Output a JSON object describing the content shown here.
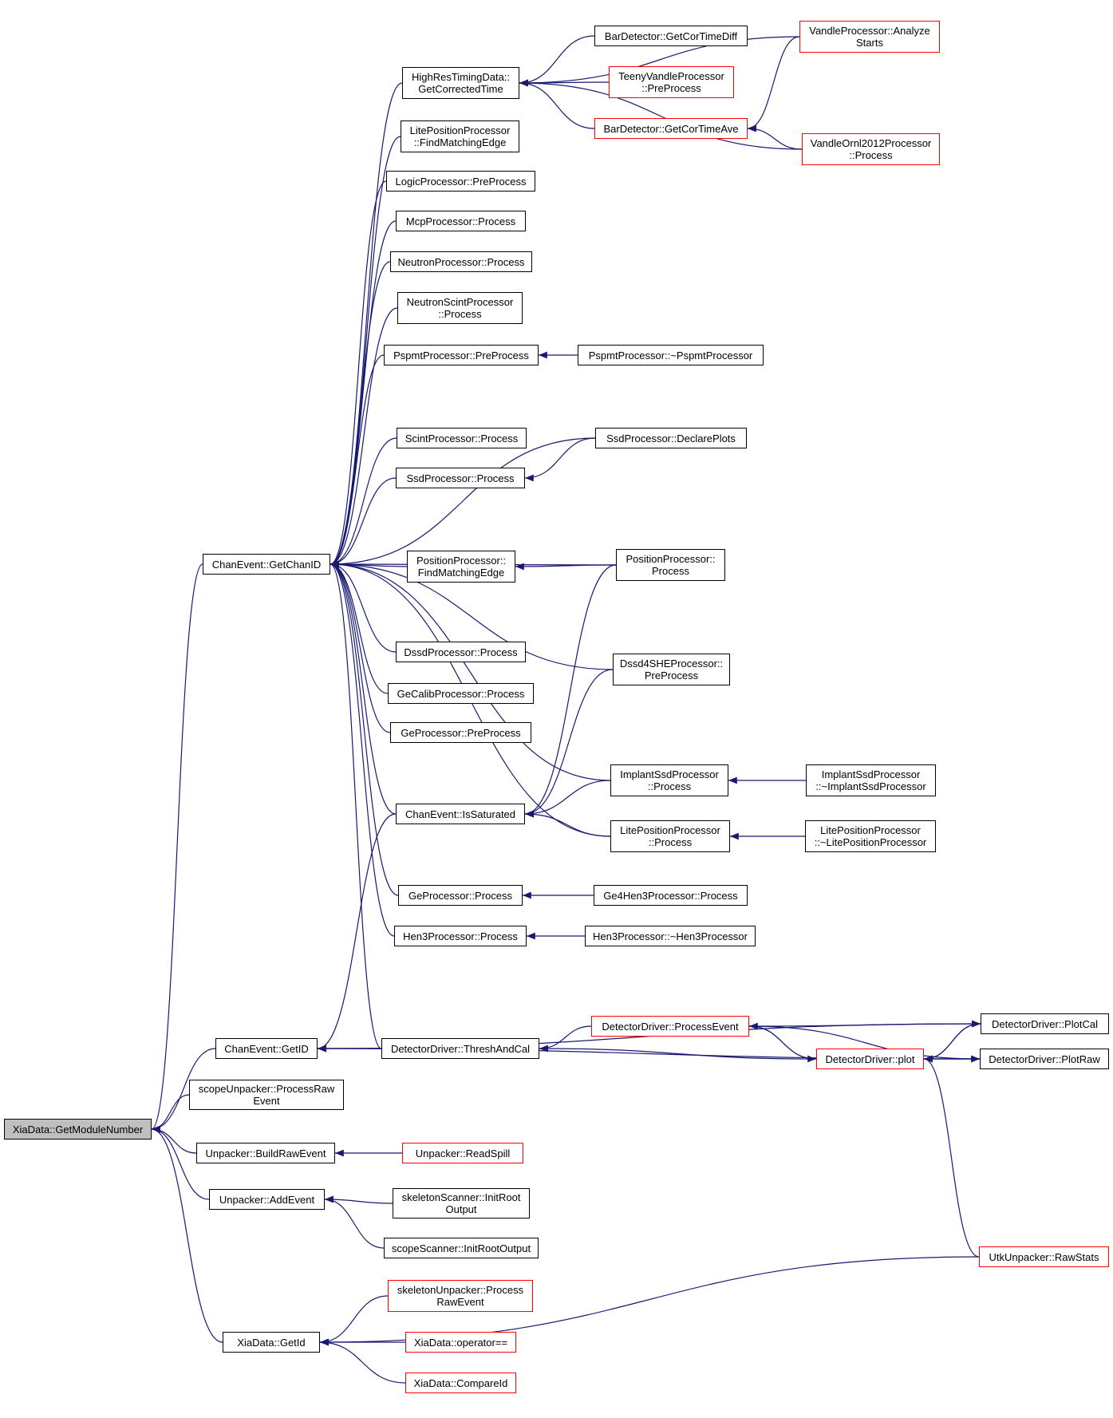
{
  "colors": {
    "edge": "#191970",
    "node_border": "#000000",
    "truncated_border": "#ff0000",
    "root_fill": "#bfbfbf",
    "background": "#ffffff"
  },
  "nodes": [
    {
      "id": "xd_gmn",
      "lines": [
        "XiaData::GetModuleNumber"
      ],
      "style": "root"
    },
    {
      "id": "ce_gcid",
      "lines": [
        "ChanEvent::GetChanID"
      ],
      "style": "normal"
    },
    {
      "id": "ce_gid",
      "lines": [
        "ChanEvent::GetID"
      ],
      "style": "normal"
    },
    {
      "id": "su_pre",
      "lines": [
        "scopeUnpacker::ProcessRaw",
        "Event"
      ],
      "style": "normal"
    },
    {
      "id": "up_bre",
      "lines": [
        "Unpacker::BuildRawEvent"
      ],
      "style": "normal"
    },
    {
      "id": "up_ae",
      "lines": [
        "Unpacker::AddEvent"
      ],
      "style": "normal"
    },
    {
      "id": "xd_gid",
      "lines": [
        "XiaData::GetId"
      ],
      "style": "normal"
    },
    {
      "id": "hrtd",
      "lines": [
        "HighResTimingData::",
        "GetCorrectedTime"
      ],
      "style": "normal"
    },
    {
      "id": "lpp_fme",
      "lines": [
        "LitePositionProcessor",
        "::FindMatchingEdge"
      ],
      "style": "normal"
    },
    {
      "id": "logic_pp",
      "lines": [
        "LogicProcessor::PreProcess"
      ],
      "style": "normal"
    },
    {
      "id": "mcp_p",
      "lines": [
        "McpProcessor::Process"
      ],
      "style": "normal"
    },
    {
      "id": "neut_p",
      "lines": [
        "NeutronProcessor::Process"
      ],
      "style": "normal"
    },
    {
      "id": "nsp_p",
      "lines": [
        "NeutronScintProcessor",
        "::Process"
      ],
      "style": "normal"
    },
    {
      "id": "pspmt_pp",
      "lines": [
        "PspmtProcessor::PreProcess"
      ],
      "style": "normal"
    },
    {
      "id": "scint_p",
      "lines": [
        "ScintProcessor::Process"
      ],
      "style": "normal"
    },
    {
      "id": "ssd_p",
      "lines": [
        "SsdProcessor::Process"
      ],
      "style": "normal"
    },
    {
      "id": "pp_fme",
      "lines": [
        "PositionProcessor::",
        "FindMatchingEdge"
      ],
      "style": "normal"
    },
    {
      "id": "dssd_p",
      "lines": [
        "DssdProcessor::Process"
      ],
      "style": "normal"
    },
    {
      "id": "gecal_p",
      "lines": [
        "GeCalibProcessor::Process"
      ],
      "style": "normal"
    },
    {
      "id": "ge_pp",
      "lines": [
        "GeProcessor::PreProcess"
      ],
      "style": "normal"
    },
    {
      "id": "ce_is",
      "lines": [
        "ChanEvent::IsSaturated"
      ],
      "style": "normal"
    },
    {
      "id": "ge_p",
      "lines": [
        "GeProcessor::Process"
      ],
      "style": "normal"
    },
    {
      "id": "hen3_p",
      "lines": [
        "Hen3Processor::Process"
      ],
      "style": "normal"
    },
    {
      "id": "dd_tac",
      "lines": [
        "DetectorDriver::ThreshAndCal"
      ],
      "style": "normal"
    },
    {
      "id": "sks_iro",
      "lines": [
        "skeletonScanner::InitRoot",
        "Output"
      ],
      "style": "normal"
    },
    {
      "id": "ss_iro",
      "lines": [
        "scopeScanner::InitRootOutput"
      ],
      "style": "normal"
    },
    {
      "id": "bd_gctd",
      "lines": [
        "BarDetector::GetCorTimeDiff"
      ],
      "style": "normal"
    },
    {
      "id": "tvp_pp",
      "lines": [
        "TeenyVandleProcessor",
        "::PreProcess"
      ],
      "style": "red"
    },
    {
      "id": "bd_gcta",
      "lines": [
        "BarDetector::GetCorTimeAve"
      ],
      "style": "red"
    },
    {
      "id": "vp_as",
      "lines": [
        "VandleProcessor::Analyze",
        "Starts"
      ],
      "style": "red"
    },
    {
      "id": "vo_p",
      "lines": [
        "VandleOrnl2012Processor",
        "::Process"
      ],
      "style": "red"
    },
    {
      "id": "pspmt_d",
      "lines": [
        "PspmtProcessor::~PspmtProcessor"
      ],
      "style": "normal"
    },
    {
      "id": "ssd_dp",
      "lines": [
        "SsdProcessor::DeclarePlots"
      ],
      "style": "normal"
    },
    {
      "id": "pp_p",
      "lines": [
        "PositionProcessor::",
        "Process"
      ],
      "style": "normal"
    },
    {
      "id": "dssd4_pp",
      "lines": [
        "Dssd4SHEProcessor::",
        "PreProcess"
      ],
      "style": "normal"
    },
    {
      "id": "isp_p",
      "lines": [
        "ImplantSsdProcessor",
        "::Process"
      ],
      "style": "normal"
    },
    {
      "id": "isp_d",
      "lines": [
        "ImplantSsdProcessor",
        "::~ImplantSsdProcessor"
      ],
      "style": "normal"
    },
    {
      "id": "lpp_p",
      "lines": [
        "LitePositionProcessor",
        "::Process"
      ],
      "style": "normal"
    },
    {
      "id": "lpp_d",
      "lines": [
        "LitePositionProcessor",
        "::~LitePositionProcessor"
      ],
      "style": "normal"
    },
    {
      "id": "g4h_p",
      "lines": [
        "Ge4Hen3Processor::Process"
      ],
      "style": "normal"
    },
    {
      "id": "hen3_d",
      "lines": [
        "Hen3Processor::~Hen3Processor"
      ],
      "style": "normal"
    },
    {
      "id": "dd_pe",
      "lines": [
        "DetectorDriver::ProcessEvent"
      ],
      "style": "red"
    },
    {
      "id": "dd_plot",
      "lines": [
        "DetectorDriver::plot"
      ],
      "style": "red"
    },
    {
      "id": "dd_pcal",
      "lines": [
        "DetectorDriver::PlotCal"
      ],
      "style": "normal"
    },
    {
      "id": "dd_praw",
      "lines": [
        "DetectorDriver::PlotRaw"
      ],
      "style": "normal"
    },
    {
      "id": "up_rs",
      "lines": [
        "Unpacker::ReadSpill"
      ],
      "style": "red"
    },
    {
      "id": "utk_rs",
      "lines": [
        "UtkUnpacker::RawStats"
      ],
      "style": "red"
    },
    {
      "id": "sku_pre",
      "lines": [
        "skeletonUnpacker::Process",
        "RawEvent"
      ],
      "style": "red"
    },
    {
      "id": "xd_opeq",
      "lines": [
        "XiaData::operator=="
      ],
      "style": "red"
    },
    {
      "id": "xd_cid",
      "lines": [
        "XiaData::CompareId"
      ],
      "style": "red"
    }
  ],
  "edges": [
    [
      "ce_gcid",
      "xd_gmn"
    ],
    [
      "ce_gid",
      "xd_gmn"
    ],
    [
      "su_pre",
      "xd_gmn"
    ],
    [
      "up_bre",
      "xd_gmn"
    ],
    [
      "up_ae",
      "xd_gmn"
    ],
    [
      "xd_gid",
      "xd_gmn"
    ],
    [
      "hrtd",
      "ce_gcid"
    ],
    [
      "lpp_fme",
      "ce_gcid"
    ],
    [
      "logic_pp",
      "ce_gcid"
    ],
    [
      "mcp_p",
      "ce_gcid"
    ],
    [
      "neut_p",
      "ce_gcid"
    ],
    [
      "nsp_p",
      "ce_gcid"
    ],
    [
      "pspmt_pp",
      "ce_gcid"
    ],
    [
      "ssd_dp",
      "ce_gcid"
    ],
    [
      "scint_p",
      "ce_gcid"
    ],
    [
      "ssd_p",
      "ce_gcid"
    ],
    [
      "pp_p",
      "ce_gcid"
    ],
    [
      "pp_fme",
      "ce_gcid"
    ],
    [
      "dssd4_pp",
      "ce_gcid"
    ],
    [
      "dssd_p",
      "ce_gcid"
    ],
    [
      "gecal_p",
      "ce_gcid"
    ],
    [
      "ge_pp",
      "ce_gcid"
    ],
    [
      "isp_p",
      "ce_gcid"
    ],
    [
      "ce_is",
      "ce_gcid"
    ],
    [
      "lpp_p",
      "ce_gcid"
    ],
    [
      "ge_p",
      "ce_gcid"
    ],
    [
      "hen3_p",
      "ce_gcid"
    ],
    [
      "dd_tac",
      "ce_gcid"
    ],
    [
      "vp_as",
      "hrtd"
    ],
    [
      "bd_gctd",
      "hrtd"
    ],
    [
      "tvp_pp",
      "hrtd"
    ],
    [
      "bd_gcta",
      "hrtd"
    ],
    [
      "vo_p",
      "hrtd"
    ],
    [
      "vp_as",
      "bd_gcta"
    ],
    [
      "vo_p",
      "bd_gcta"
    ],
    [
      "pspmt_d",
      "pspmt_pp"
    ],
    [
      "ssd_dp",
      "ssd_p"
    ],
    [
      "pp_p",
      "pp_fme"
    ],
    [
      "pp_p",
      "ce_is"
    ],
    [
      "dssd4_pp",
      "ce_is"
    ],
    [
      "isp_p",
      "ce_is"
    ],
    [
      "lpp_p",
      "ce_is"
    ],
    [
      "isp_d",
      "isp_p"
    ],
    [
      "lpp_d",
      "lpp_p"
    ],
    [
      "g4h_p",
      "ge_p"
    ],
    [
      "hen3_d",
      "hen3_p"
    ],
    [
      "ce_is",
      "ce_gid"
    ],
    [
      "dd_tac",
      "ce_gid"
    ],
    [
      "dd_pcal",
      "ce_gid"
    ],
    [
      "dd_praw",
      "ce_gid"
    ],
    [
      "dd_pe",
      "dd_tac"
    ],
    [
      "dd_plot",
      "dd_tac"
    ],
    [
      "dd_plot",
      "dd_pe"
    ],
    [
      "dd_pe",
      "dd_plot"
    ],
    [
      "dd_pe",
      "dd_pcal"
    ],
    [
      "dd_pe",
      "dd_praw"
    ],
    [
      "dd_pcal",
      "dd_plot"
    ],
    [
      "dd_plot",
      "dd_pcal"
    ],
    [
      "dd_praw",
      "dd_plot"
    ],
    [
      "dd_plot",
      "dd_praw"
    ],
    [
      "utk_rs",
      "dd_plot"
    ],
    [
      "up_rs",
      "up_bre"
    ],
    [
      "sks_iro",
      "up_ae"
    ],
    [
      "ss_iro",
      "up_ae"
    ],
    [
      "sku_pre",
      "xd_gid"
    ],
    [
      "xd_opeq",
      "xd_gid"
    ],
    [
      "xd_cid",
      "xd_gid"
    ],
    [
      "utk_rs",
      "xd_gid"
    ]
  ]
}
